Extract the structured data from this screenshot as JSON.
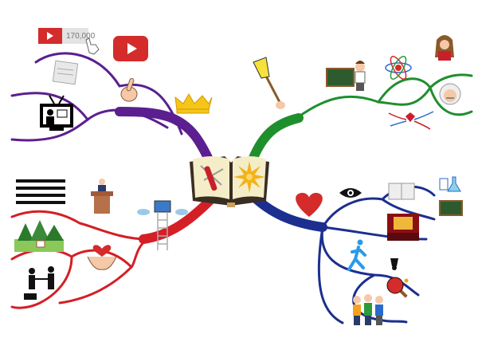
{
  "video_counter": {
    "views_text": "170,000",
    "icon": "youtube-play-icon"
  },
  "branch_colors": {
    "purple": "#5b1f8f",
    "green": "#1f8f2e",
    "red": "#d41f26",
    "blue": "#1c2f8f"
  },
  "center": {
    "icons": [
      "book-icon",
      "swiss-knife-icon",
      "sun-icon"
    ]
  },
  "branches": [
    {
      "color": "purple",
      "icons": [
        "crown-icon",
        "youtube-icon",
        "newspaper-icon",
        "pointing-hand-icon",
        "tv-presenter-icon"
      ]
    },
    {
      "color": "green",
      "icons": [
        "feather-duster-icon",
        "teacher-icon",
        "atom-icon",
        "scientist-icon",
        "einstein-icon",
        "neurons-icon"
      ]
    },
    {
      "color": "red",
      "icons": [
        "ladder-clouds-icon",
        "speaker-podium-icon",
        "crowd-icon",
        "forest-icon",
        "heart-hands-icon",
        "helping-icon"
      ]
    },
    {
      "color": "blue",
      "icons": [
        "heart-icon",
        "eye-icon",
        "open-book-icon",
        "lab-icon",
        "blackboard-icon",
        "cinema-icon",
        "runner-icon",
        "shuttlecock-icon",
        "ping-pong-icon",
        "friends-icon"
      ]
    }
  ]
}
